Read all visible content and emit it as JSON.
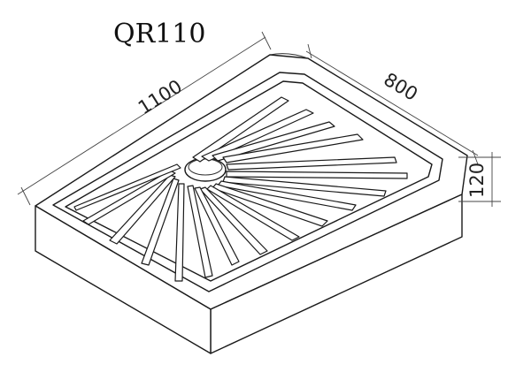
{
  "title": "QR110",
  "dimensions": {
    "length": "1100",
    "width": "800",
    "height": "120"
  },
  "colors": {
    "line": "#1a1a1a",
    "background": "#ffffff"
  }
}
